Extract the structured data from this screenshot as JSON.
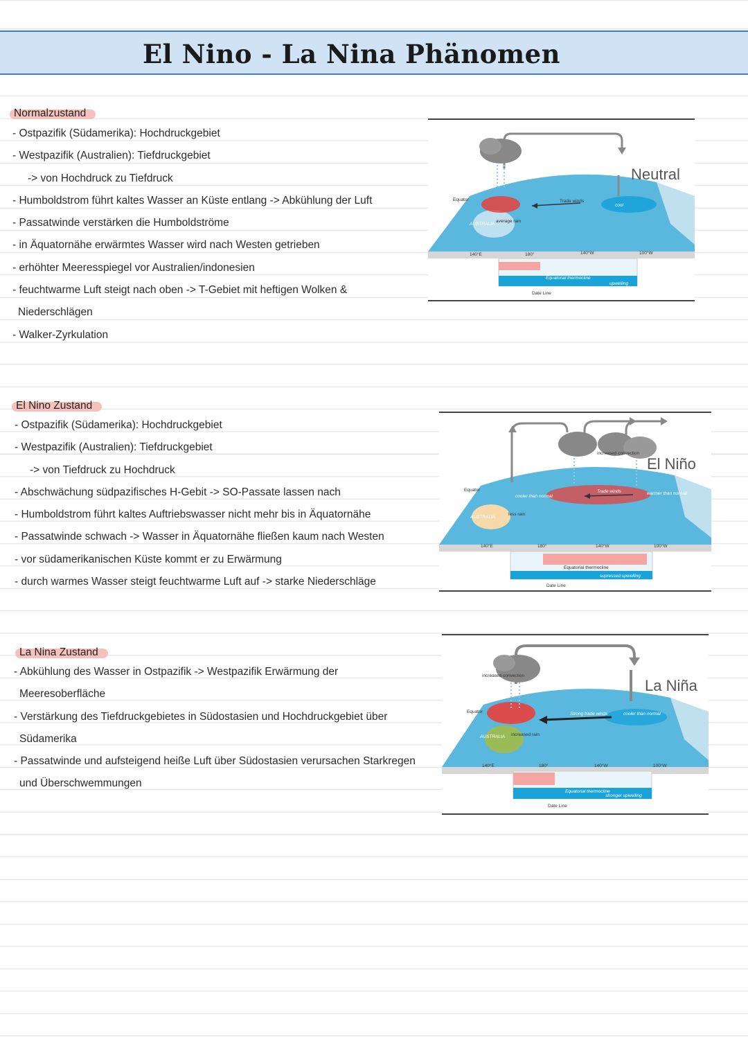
{
  "title": "El Nino - La Nina Phänomen",
  "sections": [
    {
      "heading": "Normalzustand",
      "lines": [
        "- Ostpazifik (Südamerika): Hochdruckgebiet",
        "- Westpazifik (Australien): Tiefdruckgebiet",
        "   -> von Hochdruck zu Tiefdruck",
        "- Humboldstrom führt kaltes Wasser an Küste entlang -> Abkühlung der Luft",
        "- Passatwinde verstärken die Humboldströme",
        "- in Äquatornähe erwärmtes Wasser wird nach Westen getrieben",
        "- erhöhter Meeresspiegel vor Australien/indonesien",
        "- feuchtwarme Luft steigt nach oben -> T-Gebiet mit heftigen Wolken &",
        "  Niederschlägen",
        "- Walker-Zyrkulation"
      ]
    },
    {
      "heading": "El Nino Zustand",
      "lines": [
        "- Ostpazifik (Südamerika): Hochdruckgebiet",
        "- Westpazifik (Australien): Tiefdruckgebiet",
        "   -> von Tiefdruck zu Hochdruck",
        "- Abschwächung südpazifisches H-Gebit -> SO-Passate lassen nach",
        "- Humboldstrom führt kaltes Auftriebswasser nicht mehr bis in Äquatornähe",
        "- Passatwinde schwach -> Wasser in Äquatornähe fließen kaum nach Westen",
        "- vor südamerikanischen Küste kommt er zu Erwärmung",
        "- durch warmes Wasser steigt feuchtwarme Luft auf -> starke Niederschläge"
      ]
    },
    {
      "heading": "La Nina Zustand",
      "lines": [
        "- Abkühlung des Wasser in Ostpazifik -> Westpazifik Erwärmung der",
        "  Meeresoberfläche",
        "- Verstärkung des Tiefdruckgebietes in Südostasien und Hochdruckgebiet über",
        "  Südamerika",
        "- Passatwinde und aufsteigend heiße Luft über Südostasien verursachen Starkregen",
        "  und Überschwemmungen"
      ]
    }
  ],
  "figures": {
    "neutral": {
      "label": "Neutral",
      "equator": "Equator",
      "trade_winds": "Trade winds",
      "cool": "cool",
      "rain": "average rain",
      "australia": "AUSTRALIA",
      "lon_140e": "140°E",
      "lon_180": "180°",
      "date_line": "Date Line",
      "lon_140w": "140°W",
      "lon_100w": "100°W",
      "thermocline": "Equatorial thermocline",
      "upwelling": "upwelling"
    },
    "el_nino": {
      "label": "El Niño",
      "equator": "Equator",
      "trade_winds": "Trade winds",
      "convection": "increased convection",
      "cooler": "cooler than normal",
      "warmer": "warmer than normal",
      "rain": "less rain",
      "australia": "AUSTRALIA",
      "lon_140e": "140°E",
      "lon_180": "180°",
      "date_line": "Date Line",
      "lon_140w": "140°W",
      "lon_100w": "100°W",
      "thermocline": "Equatorial thermocline",
      "upwelling": "supressed upwelling"
    },
    "la_nina": {
      "label": "La Niña",
      "equator": "Equator",
      "trade_winds": "Strong trade winds",
      "convection": "increased convection",
      "cooler": "cooler than normal",
      "rain": "increased rain",
      "australia": "AUSTRALIA",
      "lon_140e": "140°E",
      "lon_180": "180°",
      "date_line": "Date Line",
      "lon_140w": "140°W",
      "lon_100w": "100°W",
      "thermocline": "Equatorial thermocline",
      "upwelling": "stronger upwelling"
    }
  },
  "colors": {
    "title_band": "#cfe3f5",
    "title_border": "#3f7cc4",
    "highlight": "#f4c1bd",
    "ocean": "#4fb3dc",
    "warm": "#e8413c",
    "cool": "#1aa3d9"
  }
}
